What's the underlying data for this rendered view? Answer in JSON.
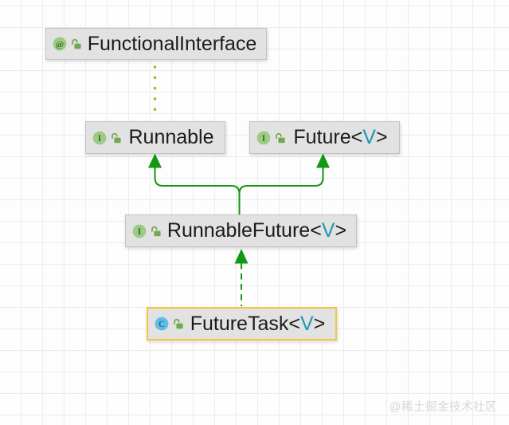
{
  "diagram": {
    "type": "uml-class-hierarchy",
    "nodes": [
      {
        "id": "functional-interface",
        "kind": "annotation",
        "icon": "annotation-icon",
        "icon_letter": "@",
        "modifier_icon": "unlocked-icon",
        "name": "FunctionalInterface",
        "generic_open": "",
        "generic_param": "",
        "generic_close": "",
        "selected": false
      },
      {
        "id": "runnable",
        "kind": "interface",
        "icon": "interface-icon",
        "icon_letter": "I",
        "modifier_icon": "unlocked-icon",
        "name": "Runnable",
        "generic_open": "",
        "generic_param": "",
        "generic_close": "",
        "selected": false
      },
      {
        "id": "future",
        "kind": "interface",
        "icon": "interface-icon",
        "icon_letter": "I",
        "modifier_icon": "unlocked-icon",
        "name": "Future",
        "generic_open": "<",
        "generic_param": "V",
        "generic_close": ">",
        "selected": false
      },
      {
        "id": "runnable-future",
        "kind": "interface",
        "icon": "interface-icon",
        "icon_letter": "I",
        "modifier_icon": "unlocked-icon",
        "name": "RunnableFuture",
        "generic_open": "<",
        "generic_param": "V",
        "generic_close": ">",
        "selected": false
      },
      {
        "id": "future-task",
        "kind": "class",
        "icon": "class-icon",
        "icon_letter": "C",
        "modifier_icon": "unlocked-icon",
        "name": "FutureTask",
        "generic_open": "<",
        "generic_param": "V",
        "generic_close": ">",
        "selected": true
      }
    ],
    "edges": [
      {
        "from": "FunctionalInterface",
        "to": "Runnable",
        "type": "annotation",
        "style": "dotted"
      },
      {
        "from": "RunnableFuture<V>",
        "to": "Runnable",
        "type": "extends",
        "style": "solid-arrow"
      },
      {
        "from": "RunnableFuture<V>",
        "to": "Future<V>",
        "type": "extends",
        "style": "solid-arrow"
      },
      {
        "from": "FutureTask<V>",
        "to": "RunnableFuture<V>",
        "type": "implements",
        "style": "dashed-arrow"
      }
    ]
  },
  "watermark": {
    "text": "@稀土掘金技术社区"
  },
  "colors": {
    "inheritance_green": "#129812",
    "annotation_olive": "#a9ac26",
    "type_param_teal": "#1e96b4",
    "selected_gold": "#f2c643",
    "node_bg": "#e2e2e2",
    "node_border": "#c3c3c3",
    "icon_green_bg": "#9ccb86",
    "icon_green_letter": "#3e6b2b",
    "icon_blue_bg": "#64bbe6",
    "icon_blue_letter": "#1b6d9e",
    "lock_green": "#72a850",
    "text_dark": "#1b1b1b",
    "watermark_gray": "#d7d7d7"
  }
}
